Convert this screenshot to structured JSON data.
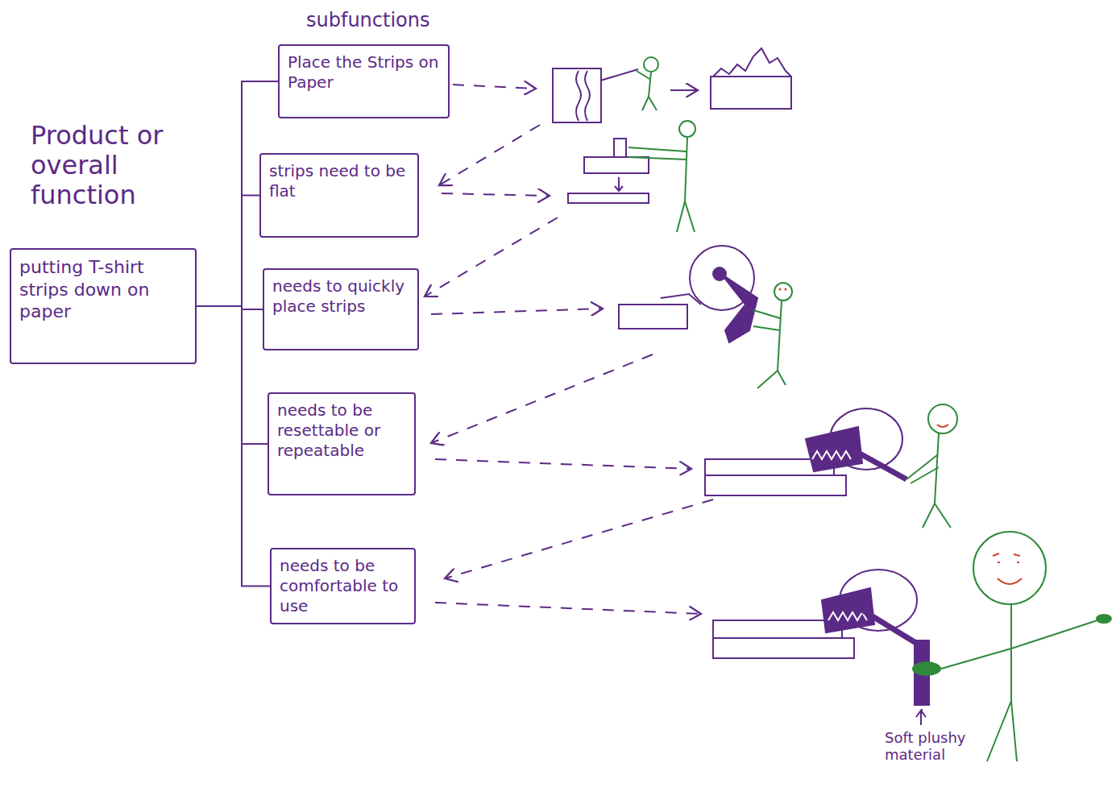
{
  "diagram": {
    "nodes": [
      {
        "text": [
          "putting T-shirt strips down on paper"
        ]
      },
      {
        "text": [
          "Place the Strips on Paper"
        ]
      },
      {
        "text": [
          "strips need to be flat"
        ]
      },
      {
        "text": [
          "needs to quickly place strips"
        ]
      },
      {
        "text": [
          "needs to be resettable or repeatable"
        ]
      },
      {
        "text": [
          "needs to be comfortable to use"
        ]
      }
    ],
    "edges": [
      {
        "from": 0,
        "to": 1,
        "arrow": "none"
      },
      {
        "from": 0,
        "to": 2,
        "arrow": "none"
      },
      {
        "from": 0,
        "to": 3,
        "arrow": "none"
      },
      {
        "from": 0,
        "to": 4,
        "arrow": "none"
      },
      {
        "from": 0,
        "to": 5,
        "arrow": "none"
      }
    ],
    "labels": [
      "subfunctions",
      "Product or overall function",
      "Soft plushy material"
    ]
  }
}
